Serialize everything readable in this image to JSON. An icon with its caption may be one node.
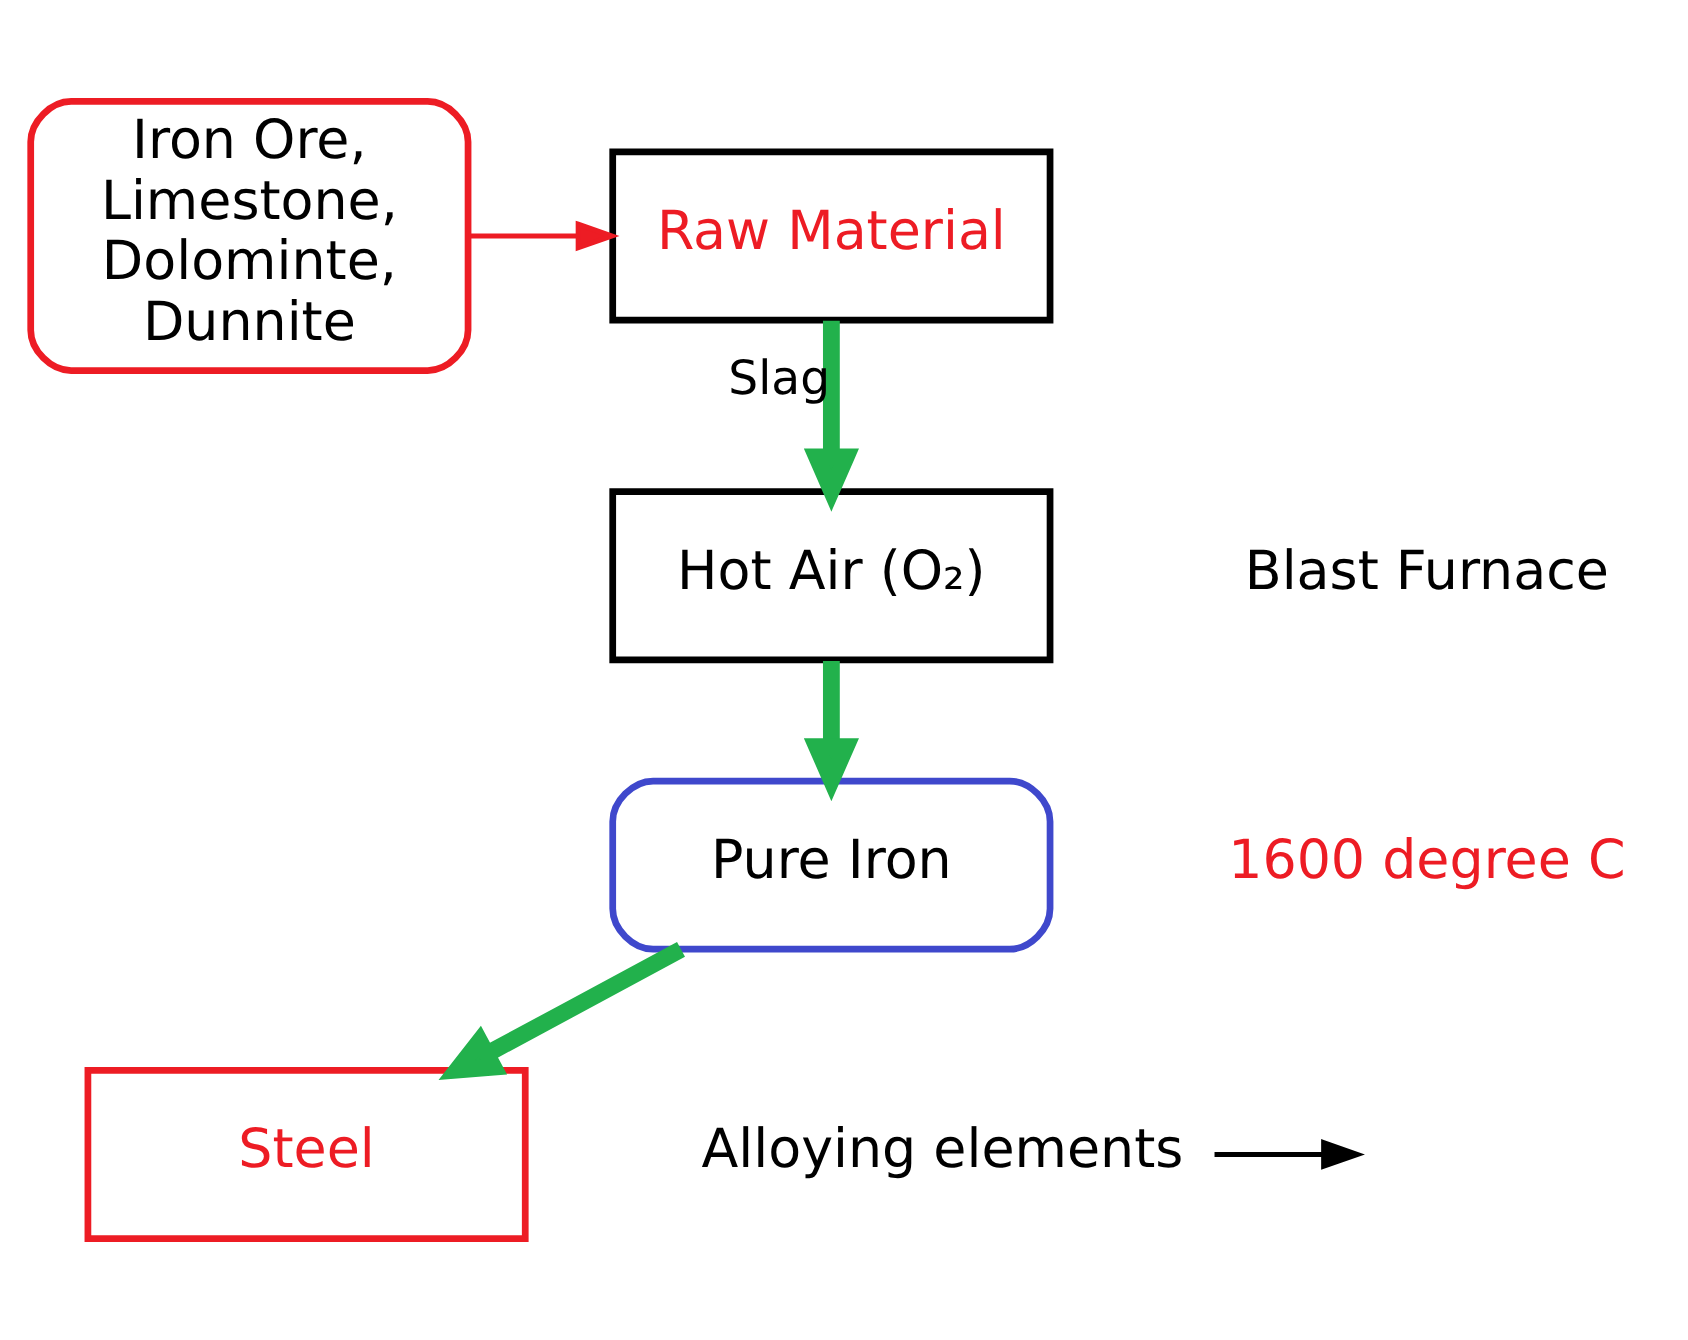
{
  "diagram": {
    "nodes": [
      {
        "text": [
          "Raw Material"
        ]
      },
      {
        "text": [
          "Iron Ore, Limestone, Dolominte, Dunnite"
        ]
      },
      {
        "text": [
          "Hot Air (O₂)"
        ]
      },
      {
        "text": [
          "Pure Iron"
        ]
      },
      {
        "text": [
          "Steel"
        ]
      },
      {
        "text": [
          "Alloying elements"
        ]
      }
    ],
    "edges": [
      {
        "from": 1,
        "to": 0,
        "arrow": "to",
        "color": "#ed1c24"
      },
      {
        "from": 0,
        "to": 2,
        "arrow": "to",
        "label": "Slag"
      },
      {
        "from": 2,
        "to": 3,
        "arrow": "to"
      },
      {
        "from": 3,
        "to": 4,
        "arrow": "to"
      },
      {
        "from": 5,
        "to": null,
        "arrow": "to",
        "color": "#000000"
      }
    ],
    "labels": [
      "Blast Furnace",
      "1600 degree C"
    ]
  }
}
